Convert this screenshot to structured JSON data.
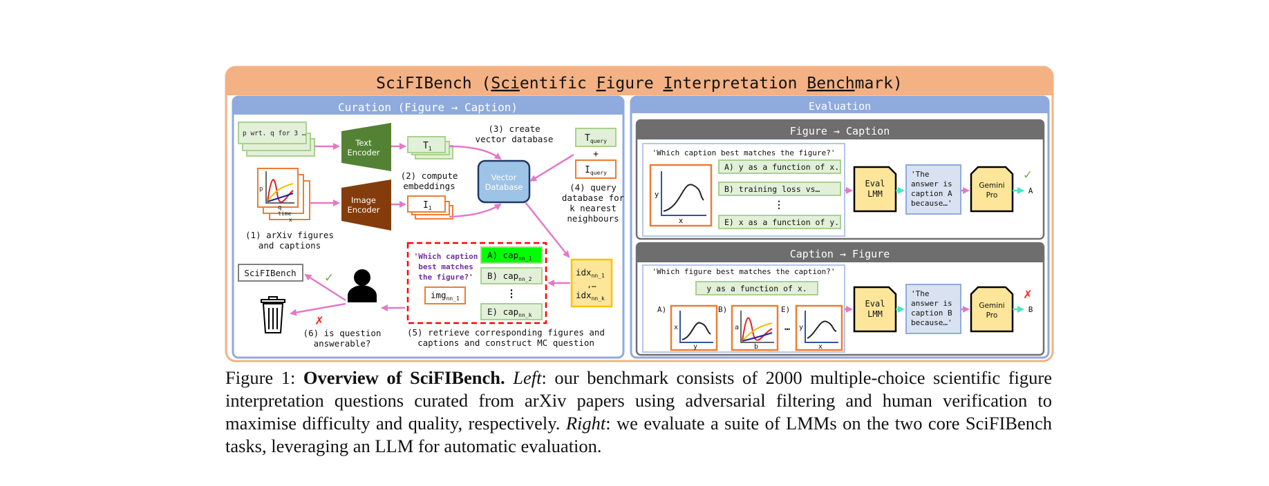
{
  "title": {
    "prefix": "SciFIBench (",
    "words": [
      {
        "u": "Sci",
        "rest": "entific "
      },
      {
        "u": "F",
        "rest": "igure "
      },
      {
        "u": "I",
        "rest": "nterpretation "
      },
      {
        "u": "Bench",
        "rest": "mark)"
      }
    ]
  },
  "curation": {
    "header": "Curation (Figure → Caption)",
    "text_doc": "p wrt. q for 3 …",
    "text_encoder": [
      "Text",
      "Encoder"
    ],
    "image_encoder": [
      "Image",
      "Encoder"
    ],
    "fig_axis_p": "p",
    "fig_axis_q": "q",
    "fig_axis_time": "time",
    "fig_axis_x": "x",
    "t1_main": "T",
    "t1_sub": "1",
    "i1_main": "I",
    "i1_sub": "1",
    "step1": [
      "(1) arXiv figures",
      "and captions"
    ],
    "step2": [
      "(2) compute",
      "embeddings"
    ],
    "step3": [
      "(3) create",
      "vector database"
    ],
    "vector_db": [
      "Vector",
      "Database"
    ],
    "tquery_main": "T",
    "tquery_sub": "query",
    "plus": "+",
    "iquery_main": "I",
    "iquery_sub": "query",
    "step4": [
      "(4) query",
      "database for",
      "k nearest",
      "neighbours"
    ],
    "idx_top_main": "idx",
    "idx_top_sub": "nn_1",
    "idx_mid": ",…",
    "idx_bot_main": "idx",
    "idx_bot_sub": "nn_k",
    "mc_question": [
      "'Which caption",
      "best matches",
      "the figure?'"
    ],
    "img_main": "img",
    "img_sub": "nn_1",
    "opt_a_pre": "A) cap",
    "opt_a_sub": "nn_1",
    "opt_b_pre": "B) cap",
    "opt_b_sub": "nn_2",
    "opt_dots": "⋮",
    "opt_e_pre": "E) cap",
    "opt_e_sub": "nn_k",
    "step5": [
      "(5) retrieve corresponding figures and",
      "captions and construct MC question"
    ],
    "scifibench_label": "SciFIBench",
    "check": "✓",
    "cross": "✗",
    "step6": [
      "(6) is question",
      "answerable?"
    ]
  },
  "evaluation": {
    "header": "Evaluation",
    "fig2cap": {
      "header": "Figure → Caption",
      "question": "'Which caption best matches the figure?'",
      "axis_y": "y",
      "axis_x": "x",
      "opt_a": "A) y as a function of x.",
      "opt_b": "B) training loss vs…",
      "dots": "⋮",
      "opt_e": "E) x as a function of y.",
      "eval_lmm": [
        "Eval",
        "LMM"
      ],
      "answer": [
        "'The",
        "answer is",
        "caption A",
        "because…'"
      ],
      "gemini": [
        "Gemini",
        "Pro"
      ],
      "mark": "✓",
      "result": "A"
    },
    "cap2fig": {
      "header": "Caption → Figure",
      "question": "'Which figure best matches the caption?'",
      "caption": "y as a function of x.",
      "label_a": "A)",
      "label_b": "B)",
      "label_e": "E)",
      "fig_a_y": "x",
      "fig_a_x": "y",
      "fig_b_y": "a",
      "fig_b_x": "b",
      "fig_e_y": "y",
      "fig_e_x": "x",
      "ellipsis": "…",
      "eval_lmm": [
        "Eval",
        "LMM"
      ],
      "answer": [
        "'The",
        "answer is",
        "caption B",
        "because…'"
      ],
      "gemini": [
        "Gemini",
        "Pro"
      ],
      "mark": "✗",
      "result": "B"
    }
  },
  "figure_caption": {
    "label": "Figure 1:",
    "bold": "Overview of SciFIBench.",
    "left_label": "Left",
    "left_text": ": our benchmark consists of 2000 multiple-choice scientific figure interpretation questions curated from arXiv papers using adversarial filtering and human verification to maximise difficulty and quality, respectively.",
    "right_label": "Right",
    "right_text": ": we evaluate a suite of LMMs on the two core SciFIBench tasks, leveraging an LLM for automatic evaluation."
  },
  "colors": {
    "title_band": "#f4b183",
    "panel_header": "#8faadc",
    "green_box": "#e2f0d9",
    "green_border": "#a9d18e",
    "orange_border": "#ed7d31",
    "text_encoder": "#548235",
    "image_encoder": "#843c0c",
    "vector_db": "#9dc3e6",
    "gold": "#fde69a",
    "gold_border": "#ffc000",
    "red_dash": "#ff0000",
    "bright_green": "#00ff00",
    "pink_arrow": "#e478c8",
    "teal_arrow": "#48e6c4",
    "dark_header": "#6e6e6e",
    "answer_box": "#d9e2f0"
  }
}
